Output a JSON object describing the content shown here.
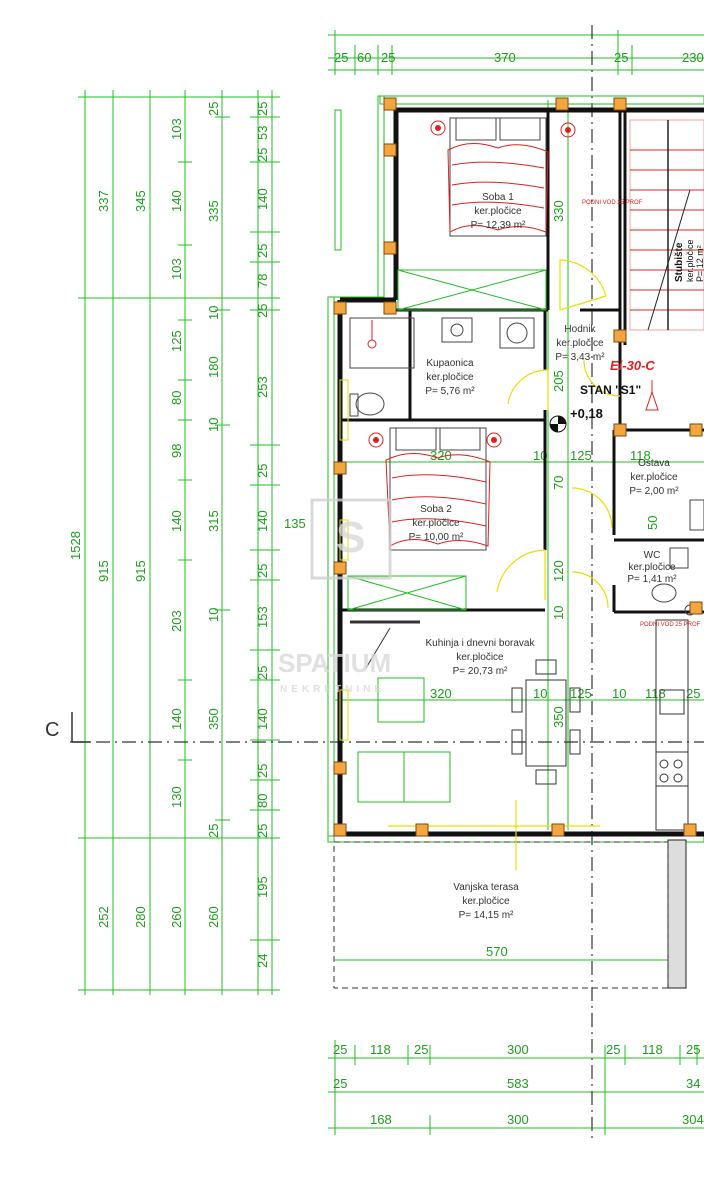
{
  "section_marker": "C",
  "watermark": {
    "brand": "SPATIUM",
    "sub": "NEKRETNINE",
    "logo_letter": "S"
  },
  "rooms": [
    {
      "name": "Soba 1",
      "finish": "ker.pločice",
      "area": "P= 12,39 m²"
    },
    {
      "name": "Kupaonica",
      "finish": "ker.pločice",
      "area": "P= 5,76 m²"
    },
    {
      "name": "Hodnik",
      "finish": "ker.pločice",
      "area": "P= 3,43 m²"
    },
    {
      "name": "Soba 2",
      "finish": "ker.pločice",
      "area": "P= 10,00 m²"
    },
    {
      "name": "Kuhinja i dnevni boravak",
      "finish": "ker.pločice",
      "area": "P= 20,73 m²"
    },
    {
      "name": "Ostava",
      "finish": "ker.pločice",
      "area": "P= 2,00 m²"
    },
    {
      "name": "WC",
      "finish": "ker.pločice",
      "area": "P= 1,41 m²"
    },
    {
      "name": "Vanjska terasa",
      "finish": "ker.pločice",
      "area": "P= 14,15 m²"
    },
    {
      "name": "Stubište",
      "finish": "ker.pločice",
      "area": "P= 12 m²"
    }
  ],
  "labels": {
    "unit": "STAN \"S1\"",
    "elevation": "+0,18",
    "door_code": "Ei-30-C",
    "cable_note_1": "PODNI VOD 25 PROF",
    "cable_note_2": "PODNI VOD 25 PROF"
  },
  "dims": {
    "top_row": [
      "25",
      "60",
      "25",
      "370",
      "25",
      "230"
    ],
    "bottom_row1": [
      "25",
      "118",
      "25",
      "300",
      "25",
      "118",
      "25"
    ],
    "bottom_row2": [
      "25",
      "583",
      "34"
    ],
    "bottom_row3": [
      "168",
      "300",
      "304"
    ],
    "left_total": "1528",
    "left_col2": [
      "337",
      "915",
      "252"
    ],
    "left_col3": [
      "345",
      "915",
      "280"
    ],
    "left_col4": [
      "103",
      "140",
      "103",
      "125",
      "80",
      "98",
      "140",
      "203",
      "140",
      "130",
      "260"
    ],
    "left_col5": [
      "25",
      "335",
      "10",
      "180",
      "10",
      "315",
      "10",
      "350",
      "25",
      "260"
    ],
    "left_col6": [
      "25",
      "53",
      "25",
      "140",
      "25",
      "78",
      "25",
      "253",
      "25",
      "140",
      "25",
      "153",
      "25",
      "140",
      "25",
      "80",
      "25",
      "195",
      "24"
    ],
    "interior": [
      "320",
      "10",
      "125",
      "118",
      "205",
      "70",
      "120",
      "10",
      "320",
      "10",
      "125",
      "10",
      "118",
      "350",
      "570",
      "330",
      "135",
      "50",
      "25"
    ]
  }
}
